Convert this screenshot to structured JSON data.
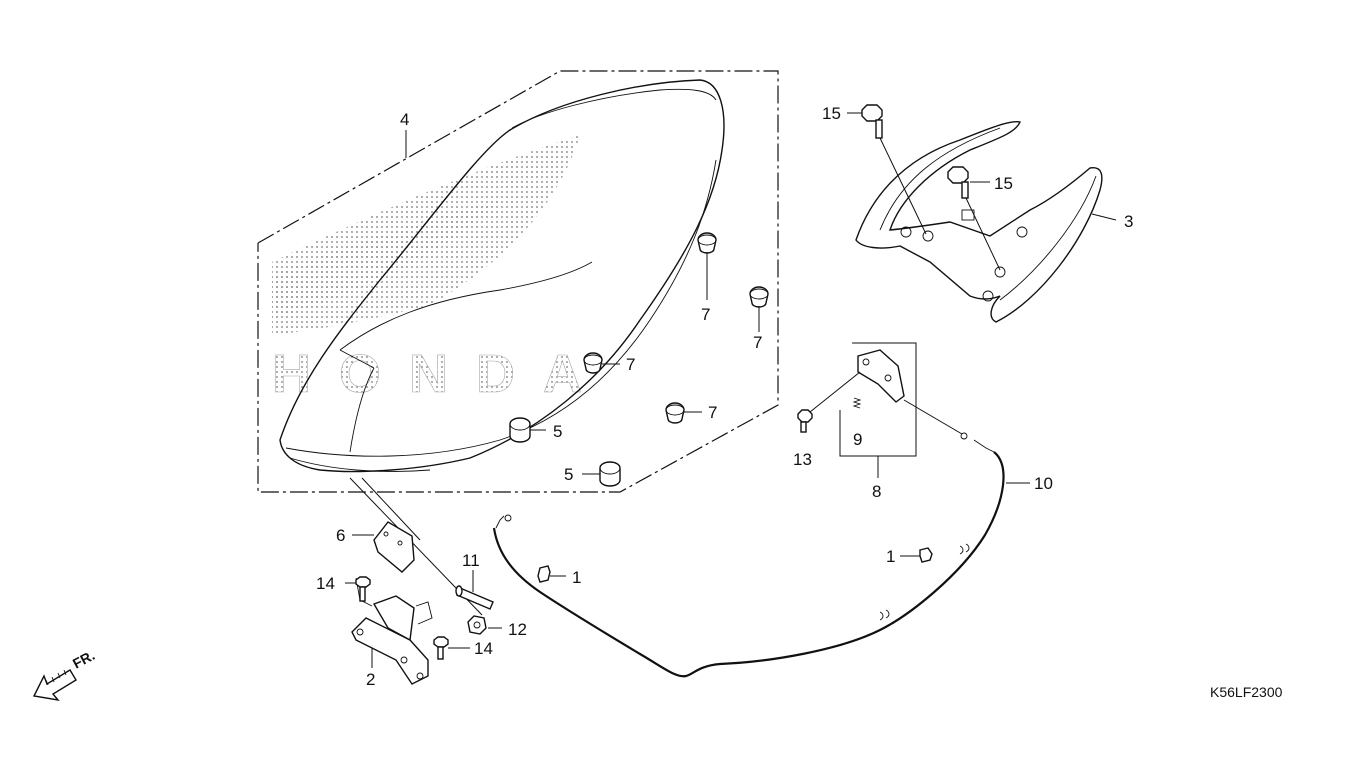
{
  "diagram": {
    "code": "K56LF2300",
    "front_marker": "FR.",
    "brand_watermark": "HONDA",
    "callouts": {
      "c1a": "1",
      "c1b": "1",
      "c2": "2",
      "c3": "3",
      "c4": "4",
      "c5a": "5",
      "c5b": "5",
      "c6": "6",
      "c7a": "7",
      "c7b": "7",
      "c7c": "7",
      "c7d": "7",
      "c8": "8",
      "c9": "9",
      "c10": "10",
      "c11": "11",
      "c12": "12",
      "c13": "13",
      "c14a": "14",
      "c14b": "14",
      "c15a": "15",
      "c15b": "15"
    }
  }
}
